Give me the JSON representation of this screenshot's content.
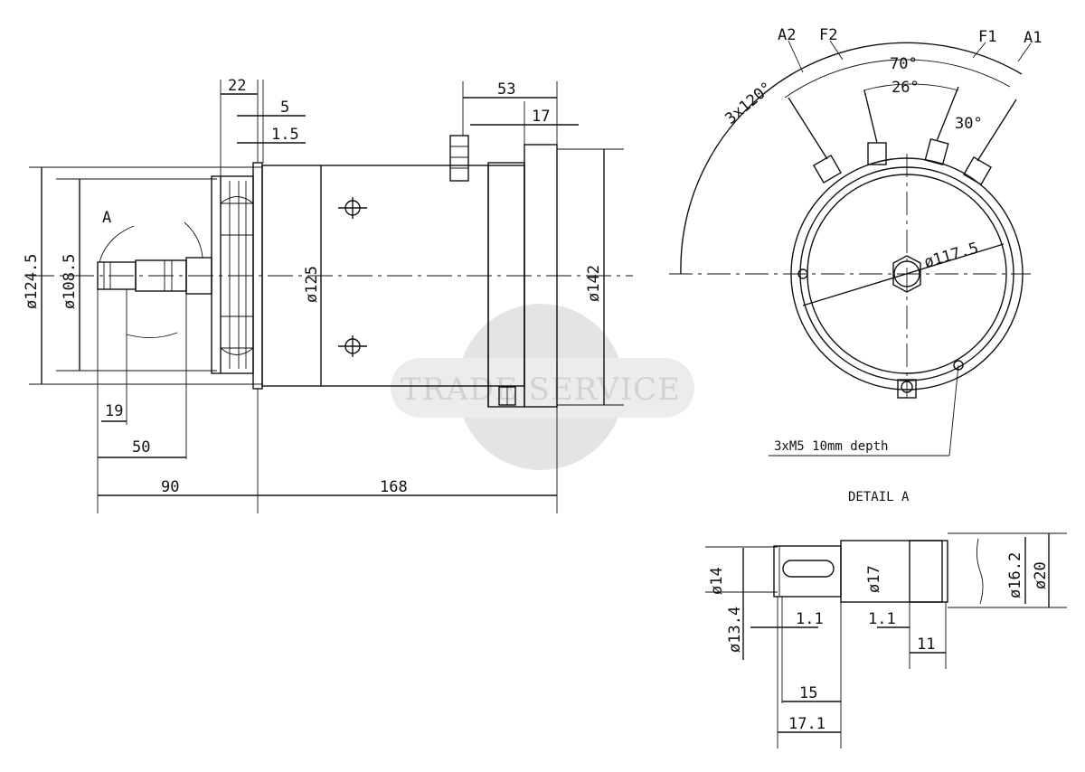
{
  "dimensions": {
    "d_124_5": "ø124.5",
    "d_108_5": "ø108.5",
    "d_125": "ø125",
    "d_142": "ø142",
    "len_22": "22",
    "len_5": "5",
    "len_1_5": "1.5",
    "len_53": "53",
    "len_17": "17",
    "len_19": "19",
    "len_50": "50",
    "len_90": "90",
    "len_168": "168",
    "ref_a": "A"
  },
  "end_view": {
    "term_a2": "A2",
    "term_f2": "F2",
    "term_f1": "F1",
    "term_a1": "A1",
    "angle_70": "70°",
    "angle_26": "26°",
    "angle_30": "30°",
    "angle_3x120": "3x120°",
    "d_117_5": "ø117.5",
    "holes_note": "3xM5 10mm depth"
  },
  "detail": {
    "title": "DETAIL A",
    "d_14": "ø14",
    "d_13_4": "ø13.4",
    "d_17": "ø17",
    "d_16_2": "ø16.2",
    "d_20": "ø20",
    "len_1_1_a": "1.1",
    "len_1_1_b": "1.1",
    "len_11": "11",
    "len_15": "15",
    "len_17_1": "17.1"
  },
  "watermark": "TRADE SERVICE"
}
